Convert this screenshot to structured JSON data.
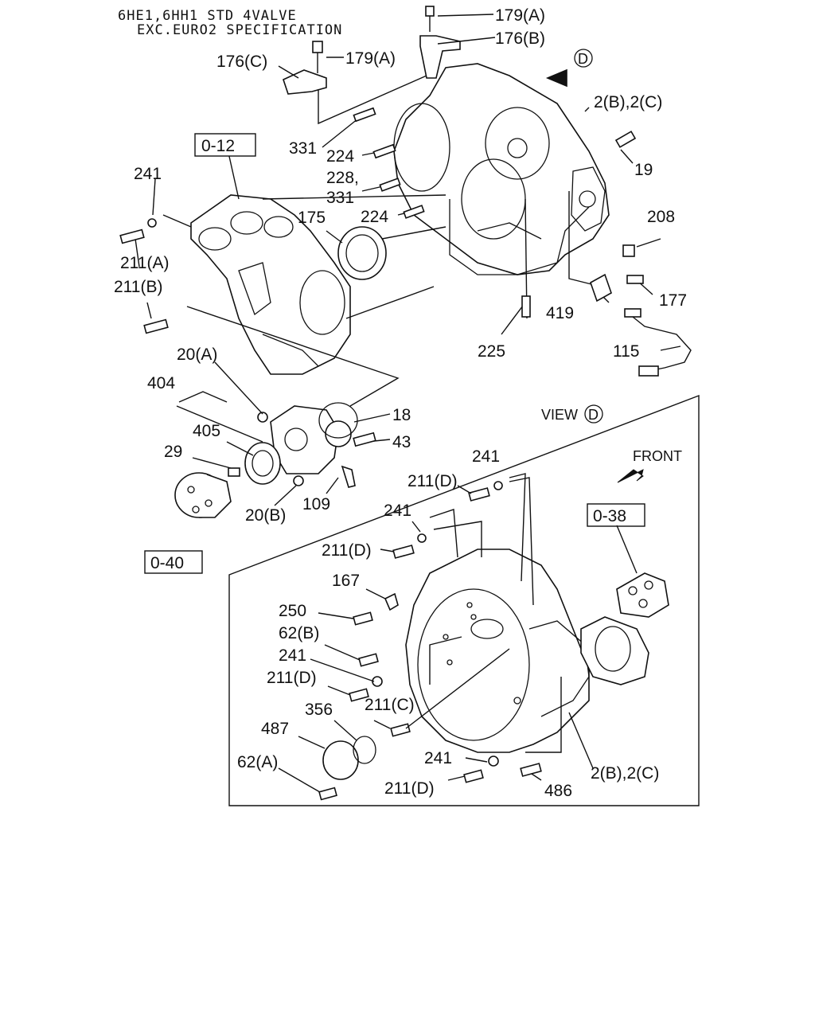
{
  "header": {
    "line1": "6HE1,6HH1 STD 4VALVE",
    "line2": "EXC.EURO2 SPECIFICATION"
  },
  "view_box": {
    "title": "VIEW",
    "marker": "D",
    "front_label": "FRONT"
  },
  "view_marker": "D",
  "refs": {
    "r012": "0-12",
    "r040": "0-40",
    "r038": "0-38"
  },
  "callouts": {
    "c179a_top": "179(A)",
    "c176b": "176(B)",
    "c176c": "176(C)",
    "c179a_mid": "179(A)",
    "c2bc_top": "2(B),2(C)",
    "c331a": "331",
    "c224a": "224",
    "c228": "228,",
    "c331b": "331",
    "c19": "19",
    "c241_top": "241",
    "c175": "175",
    "c224b": "224",
    "c208": "208",
    "c211a": "211(A)",
    "c211b": "211(B)",
    "c177": "177",
    "c419": "419",
    "c225": "225",
    "c115": "115",
    "c20a": "20(A)",
    "c404": "404",
    "c18": "18",
    "c405": "405",
    "c43": "43",
    "c29": "29",
    "c109": "109",
    "c20b": "20(B)",
    "c241_v1": "241",
    "c211d_v1": "211(D)",
    "c241_v2": "241",
    "c211d_v2": "211(D)",
    "c167": "167",
    "c250": "250",
    "c62b": "62(B)",
    "c241_v3": "241",
    "c211d_v3": "211(D)",
    "c211c": "211(C)",
    "c356": "356",
    "c487": "487",
    "c62a": "62(A)",
    "c241_v4": "241",
    "c211d_v4": "211(D)",
    "c486": "486",
    "c2bc_bot": "2(B),2(C)"
  }
}
